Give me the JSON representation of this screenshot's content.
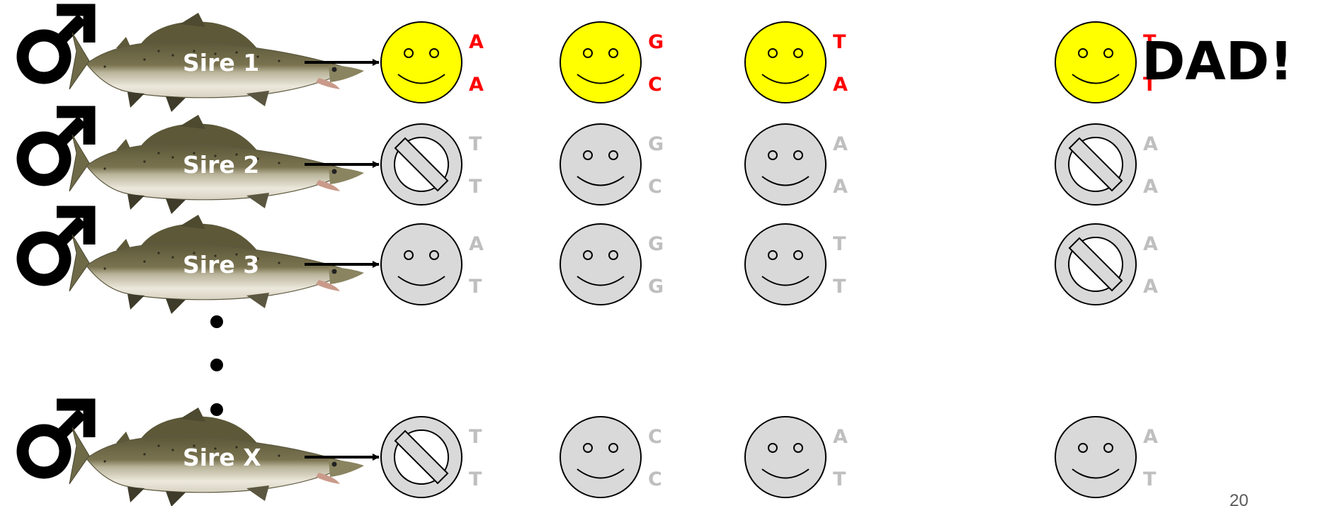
{
  "colors": {
    "match_fill": "#ffff00",
    "nonmatch_fill": "#d9d9d9",
    "match_allele": "#ff0000",
    "nonmatch_allele": "#bfbfbf",
    "line": "#000000",
    "sire_label": "#ffffff"
  },
  "icons": {
    "male_symbol": "male-sign-icon",
    "fish": "salmon-fish-icon",
    "smiley": "smiley-face-icon",
    "excluded": "no-entry-icon"
  },
  "dad_label": "DAD!",
  "page_number": "20",
  "sires": [
    {
      "label": "Sire 1",
      "loci": [
        {
          "face": "smiley",
          "match": true,
          "alleles": [
            "A",
            "A"
          ]
        },
        {
          "face": "smiley",
          "match": true,
          "alleles": [
            "G",
            "C"
          ]
        },
        {
          "face": "smiley",
          "match": true,
          "alleles": [
            "T",
            "A"
          ]
        },
        {
          "face": "smiley",
          "match": true,
          "alleles": [
            "T",
            "T"
          ]
        }
      ]
    },
    {
      "label": "Sire 2",
      "loci": [
        {
          "face": "excluded",
          "match": false,
          "alleles": [
            "T",
            "T"
          ]
        },
        {
          "face": "smiley",
          "match": false,
          "alleles": [
            "G",
            "C"
          ]
        },
        {
          "face": "smiley",
          "match": false,
          "alleles": [
            "A",
            "A"
          ]
        },
        {
          "face": "excluded",
          "match": false,
          "alleles": [
            "A",
            "A"
          ]
        }
      ]
    },
    {
      "label": "Sire 3",
      "loci": [
        {
          "face": "smiley",
          "match": false,
          "alleles": [
            "A",
            "T"
          ]
        },
        {
          "face": "smiley",
          "match": false,
          "alleles": [
            "G",
            "G"
          ]
        },
        {
          "face": "smiley",
          "match": false,
          "alleles": [
            "T",
            "T"
          ]
        },
        {
          "face": "excluded",
          "match": false,
          "alleles": [
            "A",
            "A"
          ]
        }
      ]
    },
    {
      "label": "Sire X",
      "loci": [
        {
          "face": "excluded",
          "match": false,
          "alleles": [
            "T",
            "T"
          ]
        },
        {
          "face": "smiley",
          "match": false,
          "alleles": [
            "C",
            "C"
          ]
        },
        {
          "face": "smiley",
          "match": false,
          "alleles": [
            "A",
            "T"
          ]
        },
        {
          "face": "smiley",
          "match": false,
          "alleles": [
            "A",
            "T"
          ]
        }
      ]
    }
  ]
}
